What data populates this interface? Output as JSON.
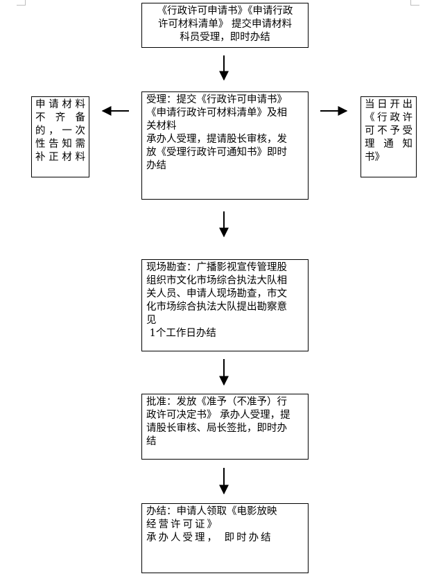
{
  "flowchart": {
    "apply": {
      "lines": [
        "《行政许可申请书》《申请行政",
        "许可材料清单》 提交申请材料",
        "科员受理，即时办结"
      ]
    },
    "accept": {
      "lines": [
        "受理：提交《行政许可申请书》",
        "《申请行政许可材料清单》及相",
        "关材料",
        "承办人受理，提请股长审核，发",
        "放《受理行政许可通知书》即时",
        "办结"
      ]
    },
    "reject": {
      "lines": [
        "申请材料",
        "不 齐 备",
        "的，一次",
        "性告知需",
        "补正材料"
      ]
    },
    "notice": {
      "lines": [
        "当日开出",
        "《行政许",
        "可不予受",
        "理 通 知",
        "书》"
      ]
    },
    "inspect": {
      "lines": [
        "现场勘查：广播影视宣传管理股",
        "组织市文化市场综合执法大队相",
        "关人员、申请人现场勘查，市文",
        "化市场综合执法大队提出勘察意",
        "见",
        " 1个工作日办结"
      ]
    },
    "approve": {
      "lines": [
        "批准：发放《准予（不准予）行",
        "政许可决定书》 承办人受理，提",
        "请股长审核、局长签批，即时办",
        "结"
      ]
    },
    "finish": {
      "lines": [
        "办结：申请人领取《电影放映",
        "经营许可证》",
        "承办人受理， 即时办结"
      ]
    }
  }
}
